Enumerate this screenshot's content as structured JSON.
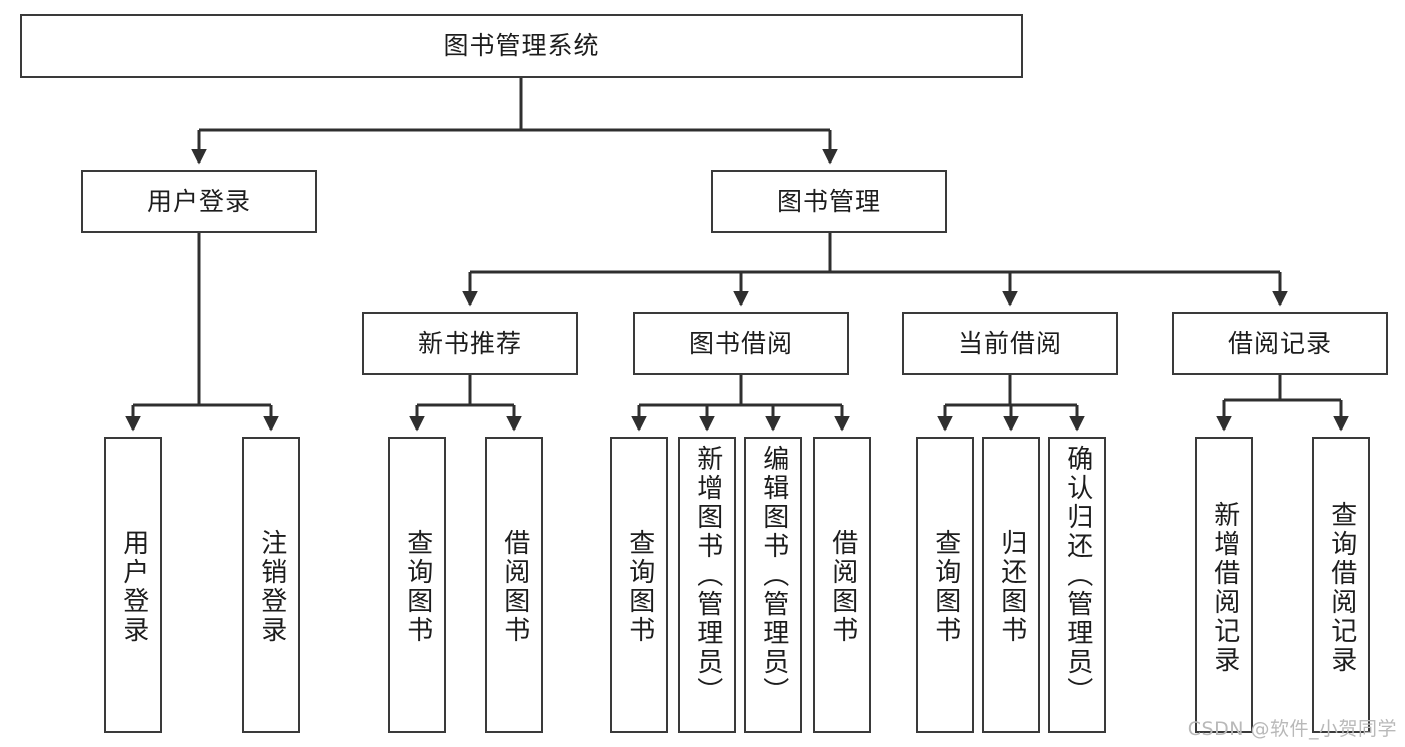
{
  "diagram": {
    "type": "tree",
    "title": "图书管理系统",
    "root": {
      "id": "root",
      "label": "图书管理系统"
    },
    "level2": [
      {
        "id": "user-login",
        "label": "用户登录"
      },
      {
        "id": "book-manage",
        "label": "图书管理"
      }
    ],
    "level3": [
      {
        "id": "new-book-recommend",
        "label": "新书推荐",
        "parent": "book-manage"
      },
      {
        "id": "book-borrow",
        "label": "图书借阅",
        "parent": "book-manage"
      },
      {
        "id": "current-borrow",
        "label": "当前借阅",
        "parent": "book-manage"
      },
      {
        "id": "borrow-record",
        "label": "借阅记录",
        "parent": "book-manage"
      }
    ],
    "leaves": [
      {
        "id": "leaf-user-login",
        "label": "用户登录",
        "parent": "user-login"
      },
      {
        "id": "leaf-logout",
        "label": "注销登录",
        "parent": "user-login"
      },
      {
        "id": "leaf-query-book-1",
        "label": "查询图书",
        "parent": "new-book-recommend"
      },
      {
        "id": "leaf-borrow-book-1",
        "label": "借阅图书",
        "parent": "new-book-recommend"
      },
      {
        "id": "leaf-query-book-2",
        "label": "查询图书",
        "parent": "book-borrow"
      },
      {
        "id": "leaf-add-book",
        "label": "新增图书（管理员）",
        "parent": "book-borrow"
      },
      {
        "id": "leaf-edit-book",
        "label": "编辑图书（管理员）",
        "parent": "book-borrow"
      },
      {
        "id": "leaf-borrow-book-2",
        "label": "借阅图书",
        "parent": "book-borrow"
      },
      {
        "id": "leaf-query-book-3",
        "label": "查询图书",
        "parent": "current-borrow"
      },
      {
        "id": "leaf-return-book",
        "label": "归还图书",
        "parent": "current-borrow"
      },
      {
        "id": "leaf-confirm-return",
        "label": "确认归还（管理员）",
        "parent": "current-borrow"
      },
      {
        "id": "leaf-add-record",
        "label": "新增借阅记录",
        "parent": "borrow-record"
      },
      {
        "id": "leaf-query-record",
        "label": "查询借阅记录",
        "parent": "borrow-record"
      }
    ]
  },
  "watermark": {
    "text": "CSDN @软件_小贺同学"
  },
  "colors": {
    "box_border": "#3a3a3a",
    "connector": "#2f2f2f",
    "text": "#1d1d1d",
    "background": "#ffffff",
    "watermark": "#b9b9b9"
  }
}
